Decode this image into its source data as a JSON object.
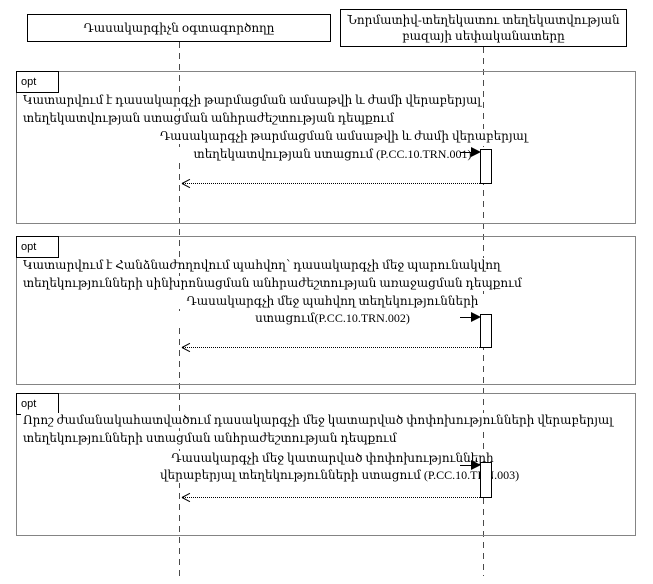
{
  "colors": {
    "background": "#ffffff",
    "fragment_border": "#848484",
    "actor_border": "#000000",
    "lifeline": "#4a4a4a",
    "text": "#000000"
  },
  "actors": [
    {
      "label": "Դասակարգիչն օգտագործողը"
    },
    {
      "label": "Նորմատիվ-տեղեկատու տեղեկատվության բազայի սեփականատերը"
    }
  ],
  "fragments": [
    {
      "operator": "opt",
      "guard_line1": "Կատարվում է դասակարգչի թարմացման ամսաթվի և ժամի վերաբերյալ",
      "guard_line2": "տեղեկատվության ստացման անհրաժեշտության դեպքում",
      "message_line1": "Դասակարգչի թարմացման ամսաթվի և ժամի վերաբերյալ",
      "message_line2": "տեղեկատվության ստացում (P.CC.10.TRN.001)"
    },
    {
      "operator": "opt",
      "guard_line1": "Կատարվում է Հանձնաժողովում պահվող՝ դասակարգչի մեջ պարունակվող",
      "guard_line2": "տեղեկությունների սինխրոնացման անհրաժեշտության առաջացման դեպքում",
      "message_line1": "Դասակարգչի մեջ պահվող տեղեկությունների",
      "message_line2": "ստացում(P.CC.10.TRN.002)"
    },
    {
      "operator": "opt",
      "guard_line1": "Որոշ ժամանակահատվածում դասակարգչի մեջ կատարված փոփոխությունների վերաբերյալ",
      "guard_line2": "տեղեկությունների ստացման անհրաժեշտության դեպքում",
      "message_line1": "Դասակարգչի մեջ կատարված փոփոխությունների",
      "message_line2": "վերաբերյալ տեղեկությունների ստացում (P.CC.10.TRN.003)"
    }
  ]
}
